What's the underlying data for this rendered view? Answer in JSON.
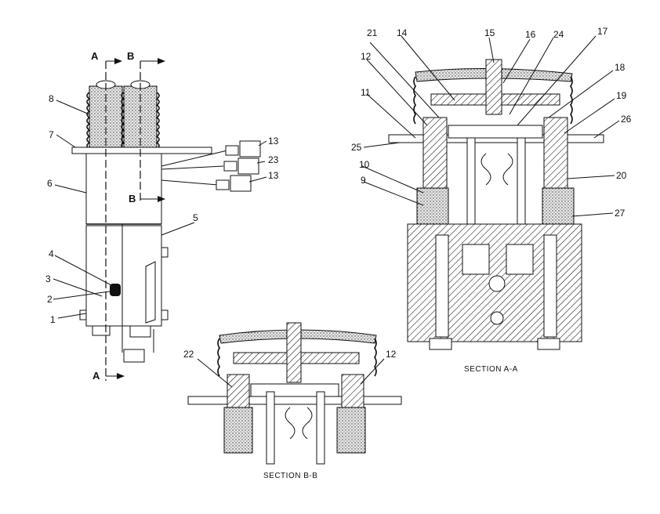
{
  "sections": {
    "a_marker": "A",
    "b_marker": "B",
    "a_caption": "SECTION A-A",
    "b_caption": "SECTION B-B"
  },
  "callouts": {
    "c1": "1",
    "c2": "2",
    "c3": "3",
    "c4": "4",
    "c5": "5",
    "c6": "6",
    "c7": "7",
    "c8": "8",
    "c9": "9",
    "c10": "10",
    "c11": "11",
    "c12": "12",
    "c13": "13",
    "c14": "14",
    "c15": "15",
    "c16": "16",
    "c17": "17",
    "c18": "18",
    "c19": "19",
    "c20": "20",
    "c21": "21",
    "c22": "22",
    "c23": "23",
    "c24": "24",
    "c25": "25",
    "c26": "26",
    "c27": "27"
  }
}
